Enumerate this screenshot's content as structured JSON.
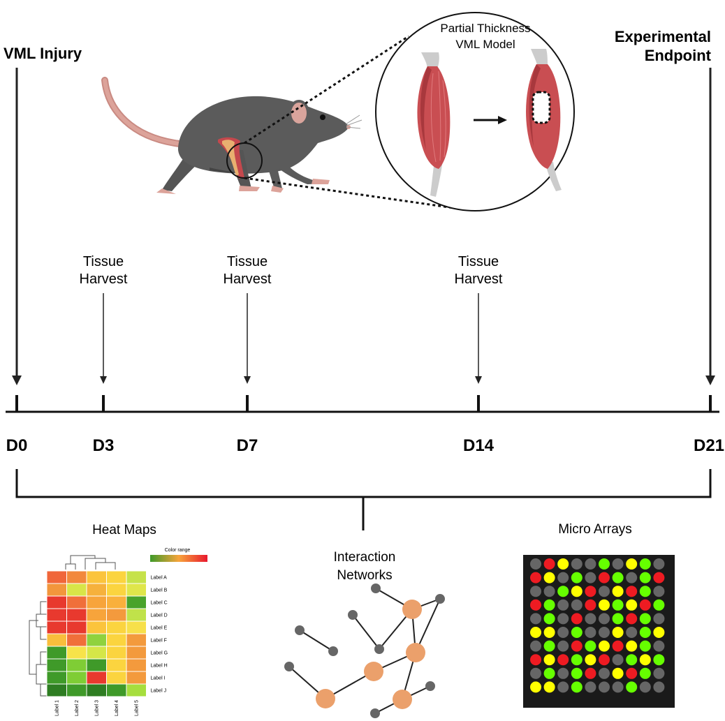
{
  "timeline": {
    "start_label": "VML Injury",
    "end_label_line1": "Experimental",
    "end_label_line2": "Endpoint",
    "days": [
      "D0",
      "D3",
      "D7",
      "D14",
      "D21"
    ],
    "harvest_line1": "Tissue",
    "harvest_line2": "Harvest"
  },
  "inset": {
    "title_line1": "Partial Thickness",
    "title_line2": "VML Model"
  },
  "analyses": {
    "heatmap_title": "Heat Maps",
    "network_title_line1": "Interaction",
    "network_title_line2": "Networks",
    "microarray_title": "Micro Arrays"
  },
  "heatmap": {
    "color_range_label": "Color range",
    "row_labels": [
      "Label A",
      "Label B",
      "Label C",
      "Label D",
      "Label E",
      "Label F",
      "Label G",
      "Label H",
      "Label I",
      "Label J"
    ],
    "col_labels": [
      "Label 1",
      "Label 2",
      "Label 3",
      "Label 4",
      "Label 5"
    ],
    "cells": [
      [
        "#f0663a",
        "#f2883c",
        "#fbc43c",
        "#fbd43f",
        "#c6e24a"
      ],
      [
        "#f2963c",
        "#d8e548",
        "#f6b13c",
        "#fbd43f",
        "#dfe64b"
      ],
      [
        "#e8392e",
        "#f06f3a",
        "#f7a43b",
        "#f9b03c",
        "#49a32b"
      ],
      [
        "#e8392e",
        "#e8392e",
        "#f7a43b",
        "#f39a3d",
        "#c0e24a"
      ],
      [
        "#e8392e",
        "#e8392e",
        "#fbc43c",
        "#fbd43f",
        "#f7e04a"
      ],
      [
        "#f9be3c",
        "#f06f3a",
        "#8fd23e",
        "#fbd43f",
        "#f39a3d"
      ],
      [
        "#3f9a29",
        "#f7e34a",
        "#d5e648",
        "#fbd43f",
        "#f39a3d"
      ],
      [
        "#3f9a29",
        "#7fcd35",
        "#3f9a29",
        "#fbd43f",
        "#f39a3d"
      ],
      [
        "#3f9a29",
        "#7fcd35",
        "#e8392e",
        "#fbd43f",
        "#f39a3d"
      ],
      [
        "#2e7d22",
        "#3f9a29",
        "#2e7d22",
        "#3f9a29",
        "#a6de3e"
      ]
    ]
  },
  "microarray": {
    "colors": {
      "r": "#ee1b22",
      "y": "#ffff00",
      "g": "#66ff00",
      "k": "#666666"
    },
    "rows": [
      "krykkgkygk",
      "rykgkrgkgr",
      "kkgyrkyrgk",
      "rgkkrygyrg",
      "kgkrkkgrgk",
      "yykgkkykgy",
      "kgkrgyrygk",
      "ryrgyrkgyg",
      "kgkgrkyrgk",
      "yykgkkkgkk"
    ]
  }
}
